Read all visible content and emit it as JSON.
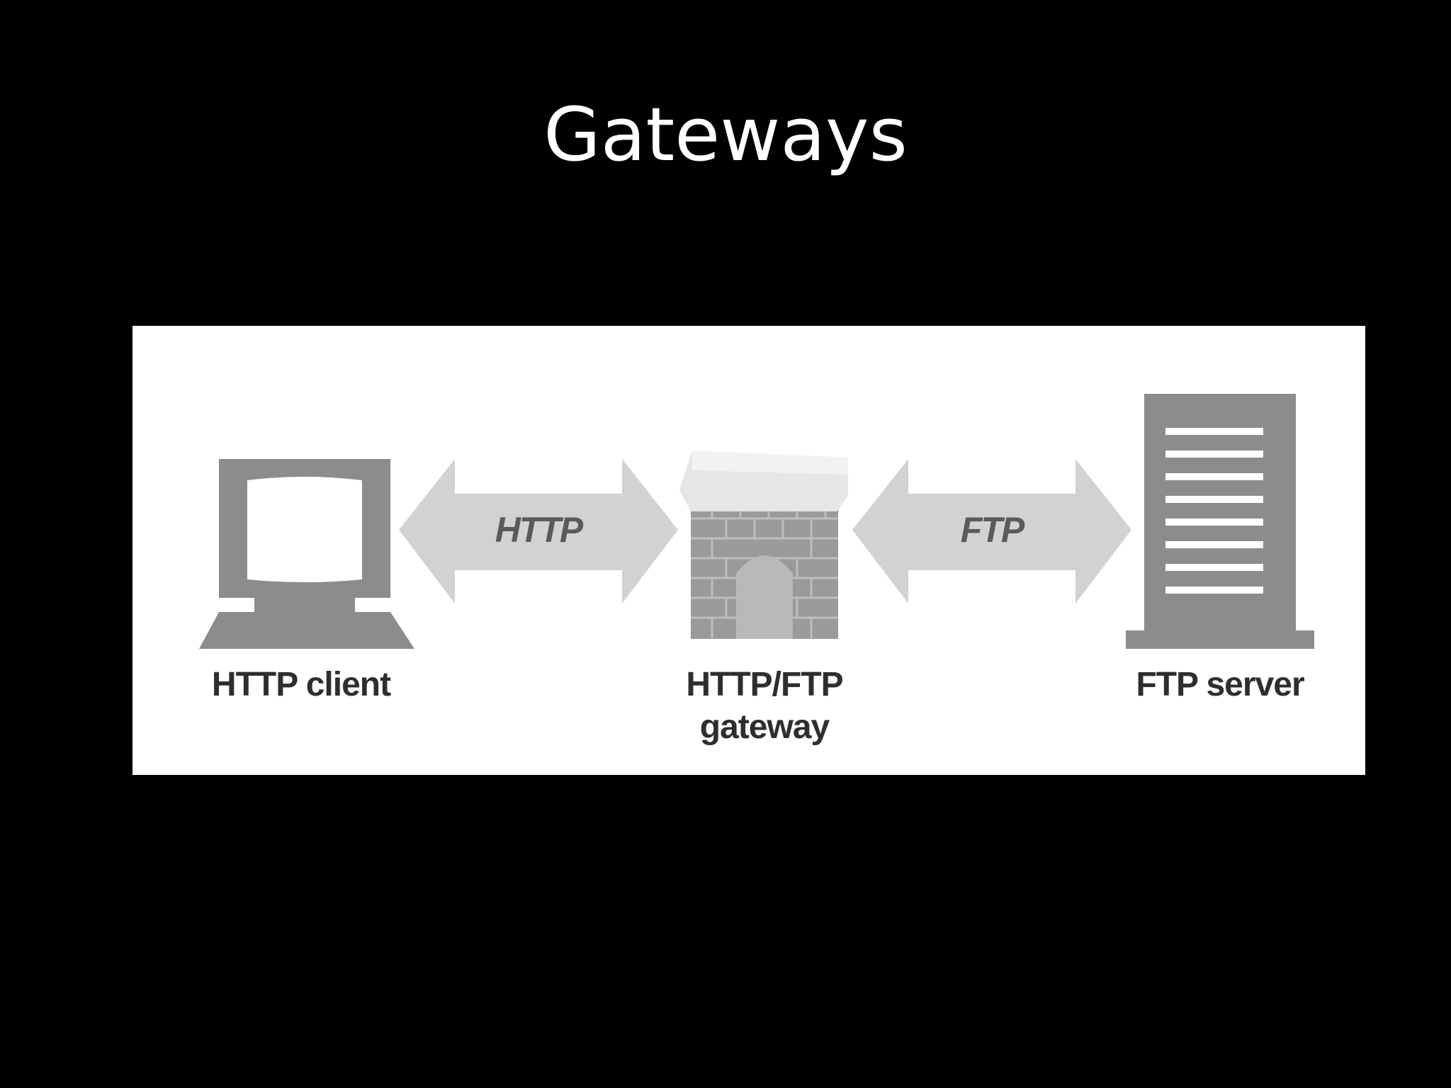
{
  "slide": {
    "title": "Gateways"
  },
  "diagram": {
    "nodes": {
      "client": {
        "label": "HTTP client",
        "icon": "computer-icon"
      },
      "gateway": {
        "label_line1": "HTTP/FTP",
        "label_line2": "gateway",
        "icon": "brick-gateway-icon"
      },
      "server": {
        "label": "FTP server",
        "icon": "server-tower-icon"
      }
    },
    "links": {
      "client_gateway": {
        "label": "HTTP",
        "direction": "bidirectional"
      },
      "gateway_server": {
        "label": "FTP",
        "direction": "bidirectional"
      }
    },
    "colors": {
      "icon_gray": "#8c8c8c",
      "arrow_gray": "#d2d2d2",
      "label_dark": "#2e2e2e",
      "background": "#000000",
      "panel": "#ffffff"
    }
  }
}
